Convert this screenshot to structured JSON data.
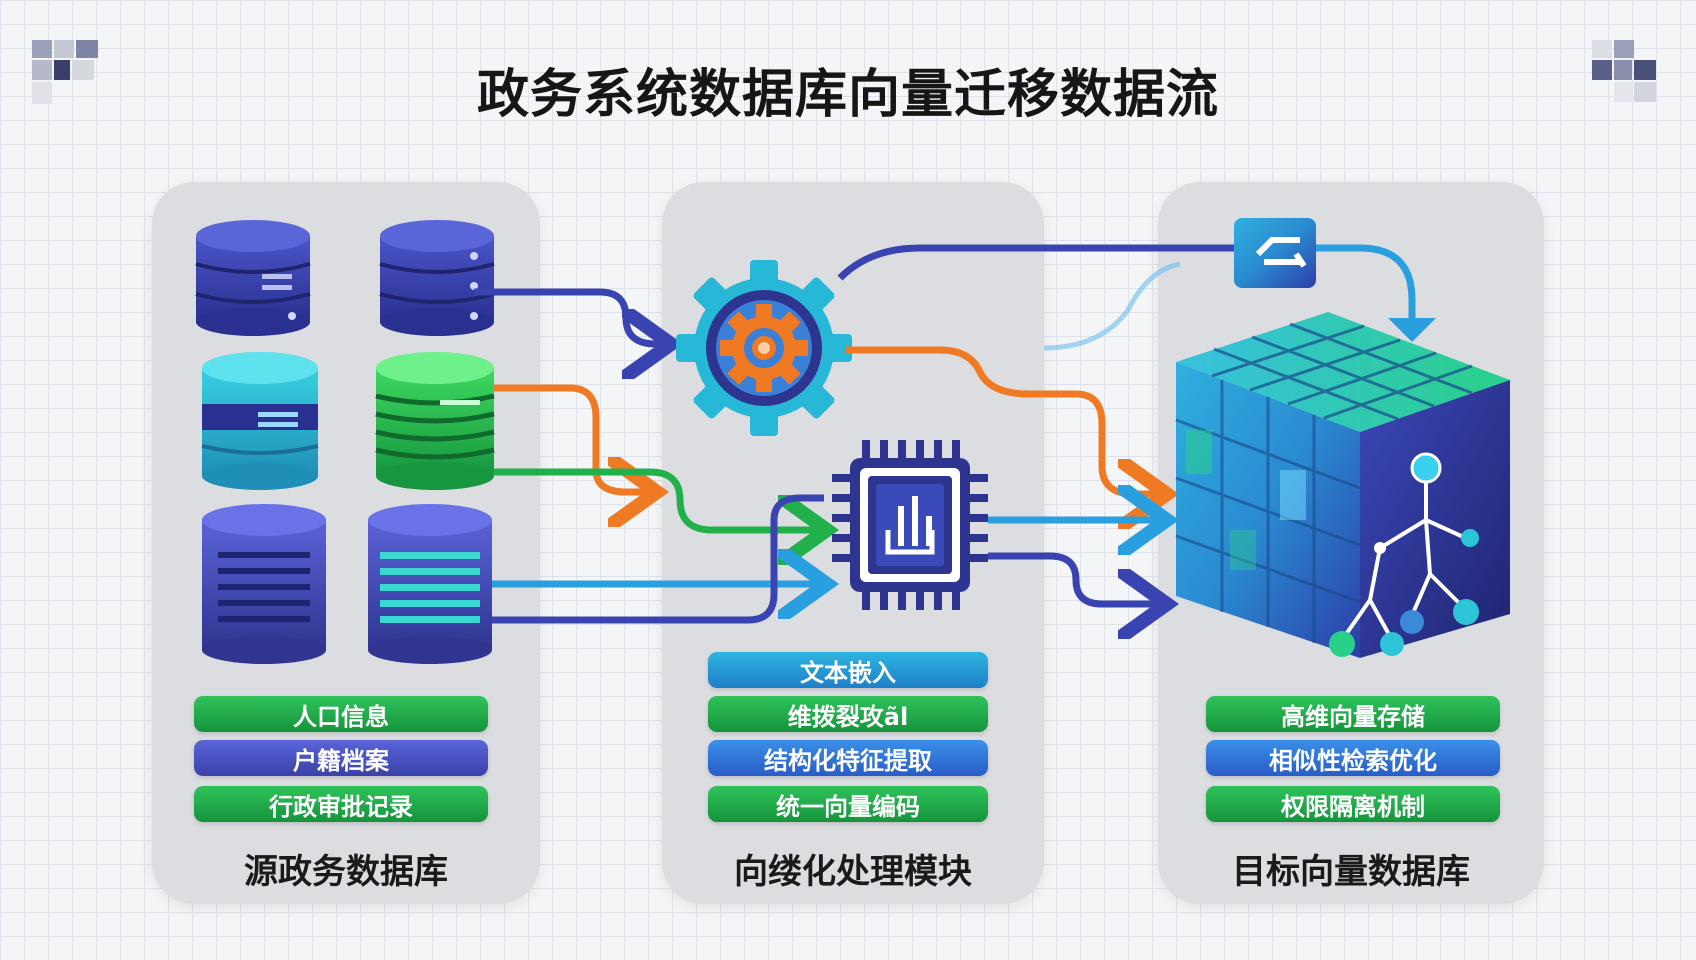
{
  "title": "政务系统数据库向量迁移数据流",
  "source": {
    "caption": "源政务数据库",
    "tags": [
      "人口信息",
      "户籍档案",
      "行政审批记录"
    ]
  },
  "process": {
    "caption": "向缕化处理模块",
    "tags": [
      "文本嵌入",
      "维拨裂攻ãl",
      "结构化特征提取",
      "统一向量编码"
    ]
  },
  "target": {
    "caption": "目标向量数据库",
    "tags": [
      "高维向量存储",
      "相似性检索优化",
      "权限隔离机制"
    ]
  },
  "colors": {
    "green": "#22b04a",
    "purple": "#4a52c0",
    "blue": "#2a9fe0",
    "orange": "#f07a24",
    "navy": "#2e3590",
    "teal": "#2ec4d8"
  }
}
